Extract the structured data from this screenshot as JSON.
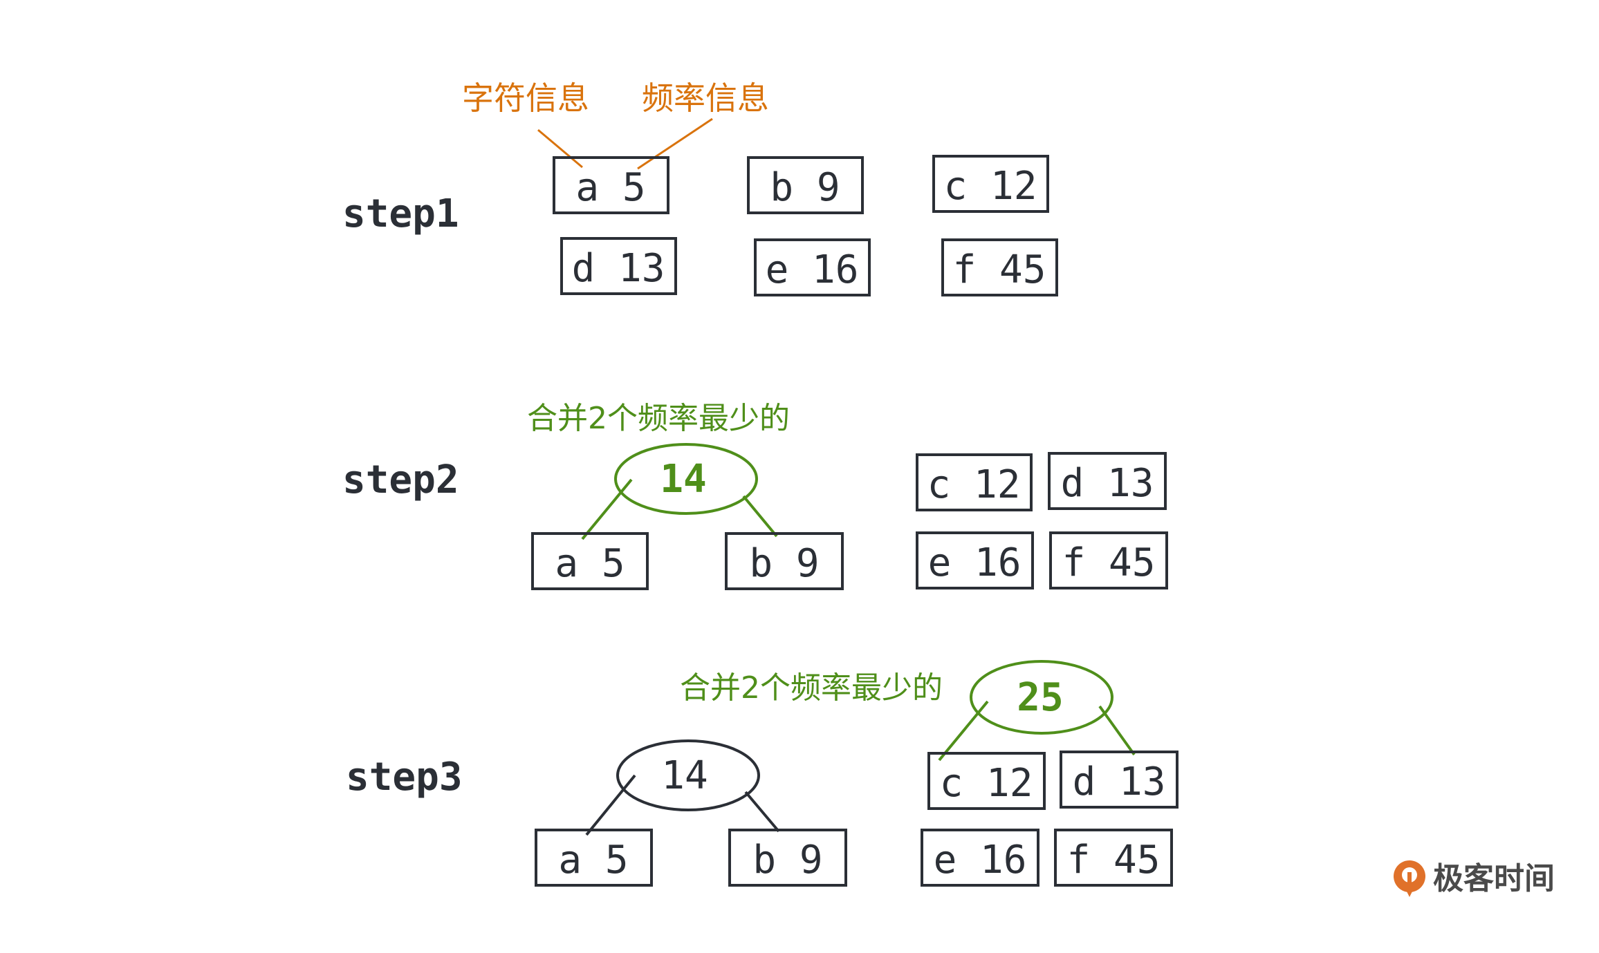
{
  "colors": {
    "ink": "#2b2f36",
    "orange": "#d9730d",
    "green": "#4f8f1a",
    "logo_orange": "#e0712a",
    "logo_text": "#4a4a4a"
  },
  "annotations": {
    "char_info": "字符信息",
    "freq_info": "频率信息",
    "merge_note_1": "合并2个频率最少的",
    "merge_note_2": "合并2个频率最少的"
  },
  "steps": {
    "step1": {
      "label": "step1",
      "nodes": [
        "a 5",
        "b 9",
        "c 12",
        "d 13",
        "e 16",
        "f 45"
      ]
    },
    "step2": {
      "label": "step2",
      "parent": "14",
      "children": [
        "a 5",
        "b 9"
      ],
      "nodes": [
        "c 12",
        "d 13",
        "e 16",
        "f 45"
      ]
    },
    "step3": {
      "label": "step3",
      "parent_14": "14",
      "children_14": [
        "a 5",
        "b 9"
      ],
      "parent_25": "25",
      "children_25": [
        "c 12",
        "d 13"
      ],
      "nodes": [
        "e 16",
        "f 45"
      ]
    }
  },
  "logo": {
    "icon": "geektime-logo-icon",
    "text": "极客时间"
  }
}
